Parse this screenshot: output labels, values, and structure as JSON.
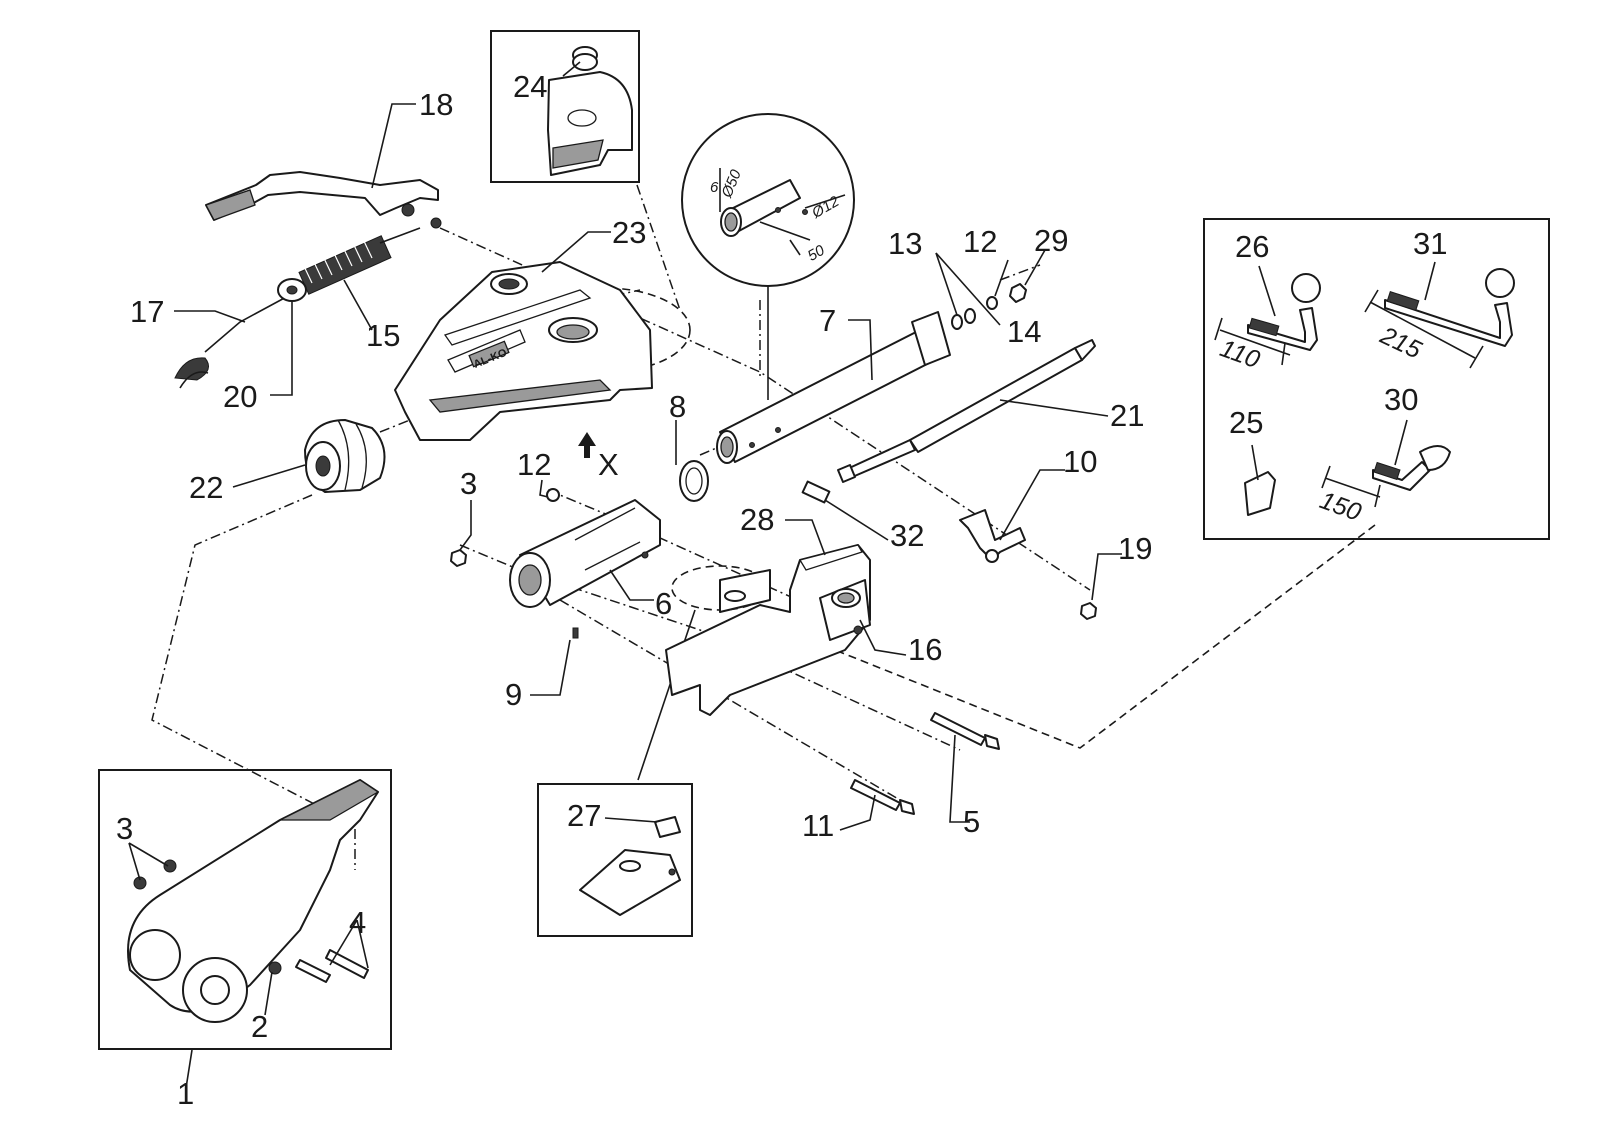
{
  "callouts": {
    "c1": "1",
    "c2": "2",
    "c3a": "3",
    "c3b": "3",
    "c4": "4",
    "c5": "5",
    "c6": "6",
    "c7": "7",
    "c8": "8",
    "c9": "9",
    "c10": "10",
    "c11": "11",
    "c12a": "12",
    "c12b": "12",
    "c13": "13",
    "c14": "14",
    "c15": "15",
    "c16": "16",
    "c17": "17",
    "c18": "18",
    "c19": "19",
    "c20": "20",
    "c21": "21",
    "c22": "22",
    "c23": "23",
    "c24": "24",
    "c25": "25",
    "c26": "26",
    "c27": "27",
    "c28": "28",
    "c29": "29",
    "c30": "30",
    "c31": "31",
    "c32": "32"
  },
  "view_marker": "X",
  "brand_mark": "AL-KO",
  "detail_dimensions": {
    "outer_diameter": "Ø50",
    "hole_diameter": "Ø12",
    "edge_offset": "6",
    "hole_distance": "50"
  },
  "handle_lengths": {
    "part_26": "110",
    "part_31": "215",
    "part_30": "150"
  }
}
